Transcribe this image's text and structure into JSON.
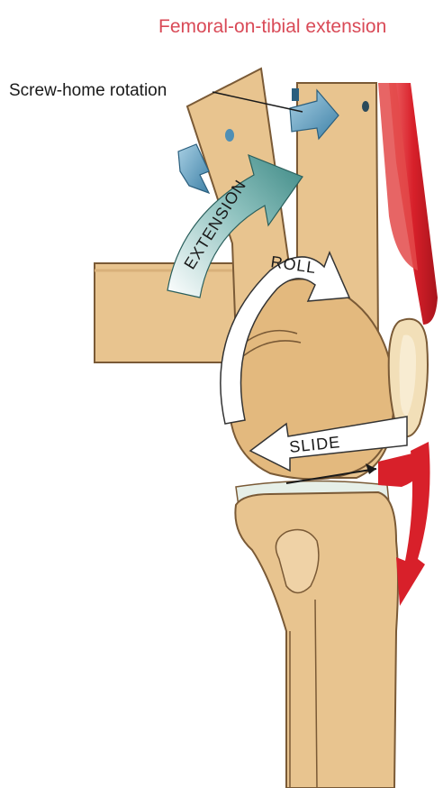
{
  "title": "Femoral-on-tibial extension",
  "labels": {
    "screw_home": "Screw-home rotation",
    "extension": "EXTENSION",
    "roll": "ROLL",
    "slide": "SLIDE"
  },
  "colors": {
    "bone": "#e8c48f",
    "bone_outline": "#7a5a36",
    "muscle": "#d8202a",
    "extension_arrow": "#4f9a96",
    "rotation_arrow": "#4f8fb5",
    "title": "#d94a57"
  }
}
